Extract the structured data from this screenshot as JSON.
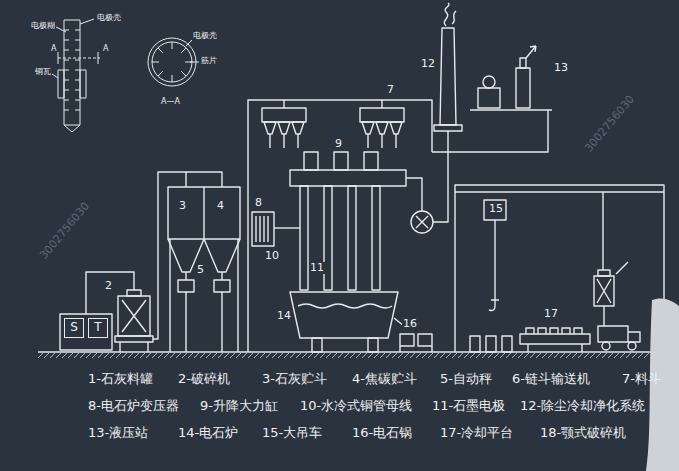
{
  "diagram": {
    "nodes": [
      {
        "text": [
          "S"
        ]
      },
      {
        "text": [
          "T"
        ]
      }
    ],
    "labels": [
      "电极糊",
      "电极壳",
      "铜瓦",
      "A",
      "A",
      "A—A",
      "电极壳",
      "筋片",
      "2",
      "3",
      "4",
      "5",
      "7",
      "8",
      "9",
      "10",
      "11",
      "12",
      "13",
      "14",
      "15",
      "16",
      "17",
      "1-石灰料罐",
      "2-破碎机",
      "3-石灰贮斗",
      "4-焦碳贮斗",
      "5-自动秤",
      "6-链斗输送机",
      "7-料斗",
      "8-电石炉变压器",
      "9-升降大力缸",
      "10-水冷式铜管母线",
      "11-石墨电极",
      "12-除尘冷却净化系统",
      "13-液压站",
      "14-电石炉",
      "15-大吊车",
      "16-电石锅",
      "17-冷却平台",
      "18-颚式破碎机",
      "3002756030",
      "3002756030"
    ]
  }
}
